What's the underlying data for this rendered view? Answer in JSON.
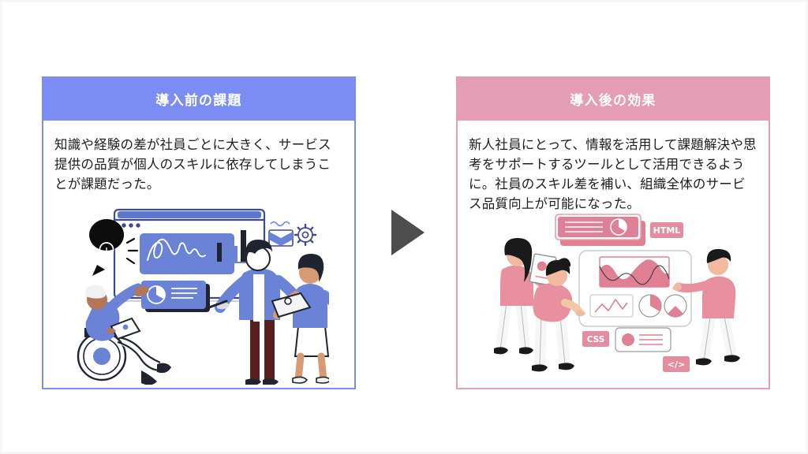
{
  "slide": {
    "background_color": "#ffffff",
    "frame_color": "#f7f7f8"
  },
  "arrow": {
    "name": "right-arrow",
    "color": "#4d4d4d"
  },
  "cards": [
    {
      "id": "before",
      "header_label": "導入前の課題",
      "header_color": "#7b8df3",
      "border_color": "#7b8df3",
      "body_text": "知識や経験の差が社員ごとに大きく、サービス提供の品質が個人のスキルに依存してしまうことが課題だった。",
      "illustration": {
        "name": "team-dashboard-illustration-blue",
        "accent_color": "#6b83d6",
        "dark_color": "#2e2e38",
        "skin_color": "#b4765a",
        "elements": [
          "browser-window",
          "scribble-panel",
          "bar-chart",
          "pie-card",
          "lightbulb-bubble",
          "gear-icon",
          "flag-icon",
          "person-wheelchair-laptop",
          "person-presenter",
          "person-laptop"
        ]
      }
    },
    {
      "id": "after",
      "header_label": "導入後の効果",
      "header_color": "#e59cb5",
      "border_color": "#e59cb5",
      "body_text": "新人社員にとって、情報を活用して課題解決や思考をサポートするツールとして活用できるように。社員のスキル差を補い、組織全体のサービス品質向上が可能になった。",
      "illustration": {
        "name": "team-analytics-illustration-pink",
        "accent_color": "#e08095",
        "soft_color": "#e8a0ae",
        "dark_color": "#1a1a1a",
        "tags": [
          "HTML",
          "CSS",
          "</>"
        ],
        "elements": [
          "summary-card",
          "tag-html",
          "tag-css",
          "tag-code",
          "area-chart-panel",
          "line-chart",
          "pie-chart-a",
          "pie-chart-b",
          "list-card",
          "person-tablet",
          "person-bending",
          "person-touching-screen"
        ]
      }
    }
  ]
}
